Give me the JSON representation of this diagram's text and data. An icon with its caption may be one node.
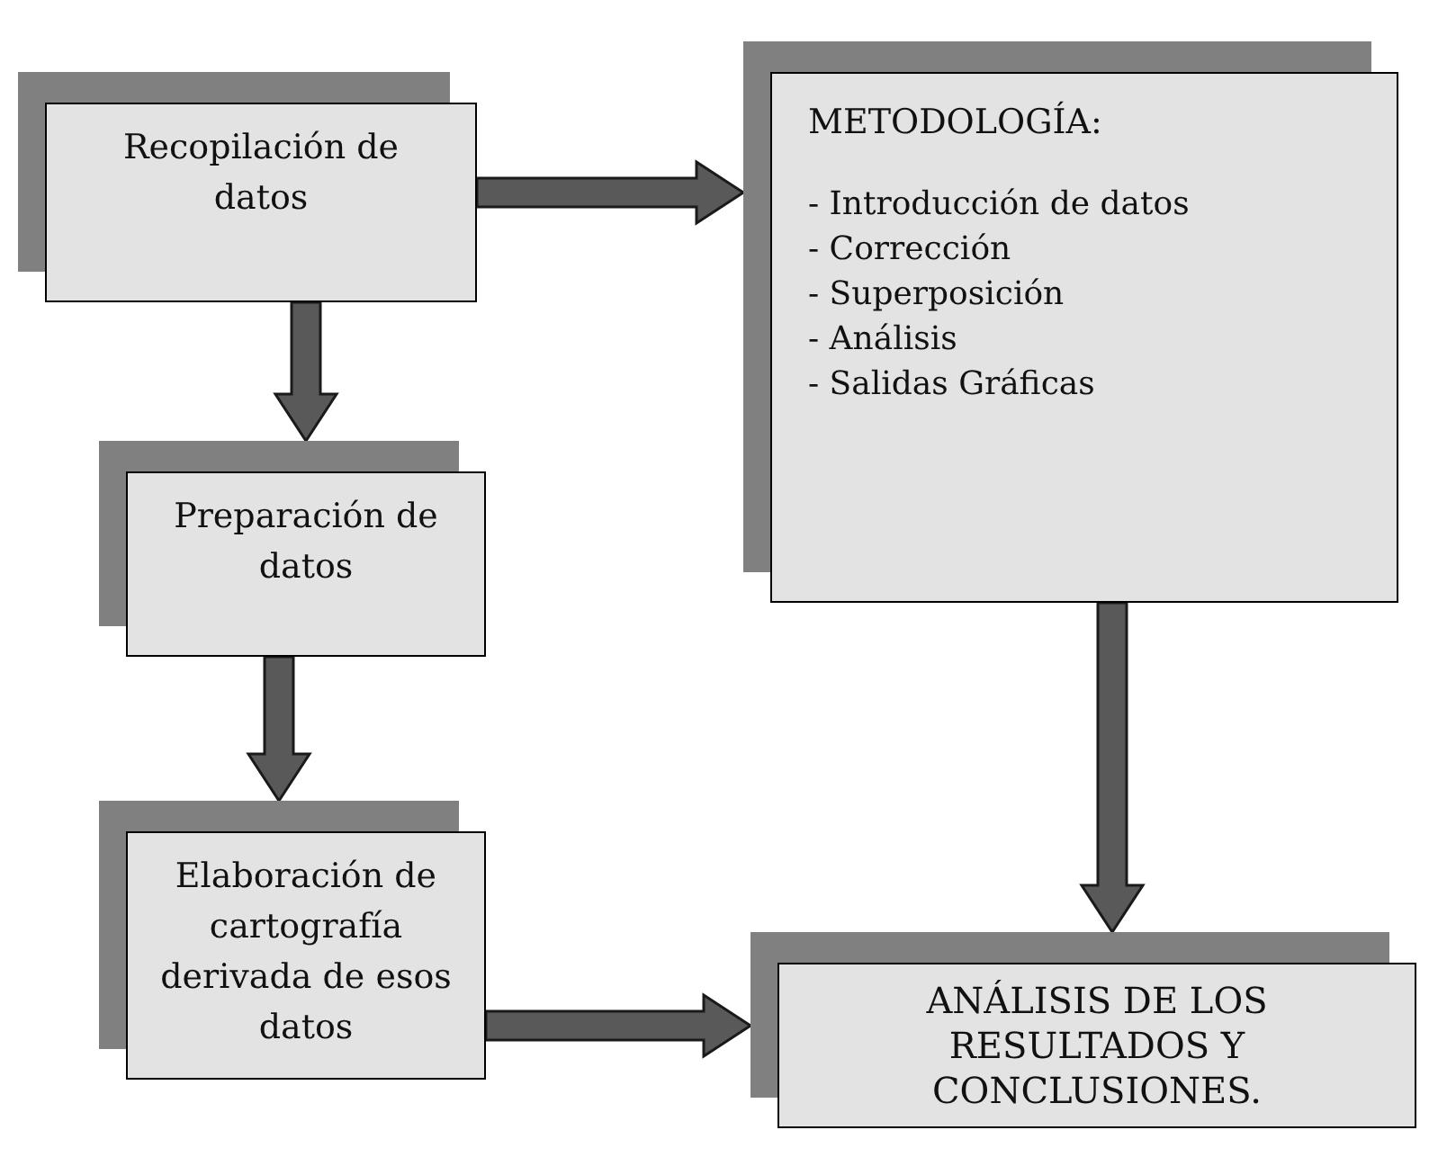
{
  "diagram": {
    "nodes": [
      {
        "text": [
          "Recopilación de datos"
        ]
      },
      {
        "text": [
          "Preparación de datos"
        ]
      },
      {
        "text": [
          "Elaboración de cartografía derivada de esos datos"
        ]
      },
      {
        "text": [
          "METODOLOGÍA:",
          "- Introducción de datos",
          "- Corrección",
          "- Superposición",
          "- Análisis",
          "- Salidas Gráficas"
        ]
      },
      {
        "text": [
          "ANÁLISIS DE LOS RESULTADOS Y CONCLUSIONES."
        ]
      }
    ],
    "edges": [
      {
        "from": 0,
        "to": 3,
        "arrow": "to"
      },
      {
        "from": 0,
        "to": 1,
        "arrow": "to"
      },
      {
        "from": 1,
        "to": 2,
        "arrow": "to"
      },
      {
        "from": 2,
        "to": 4,
        "arrow": "to"
      },
      {
        "from": 3,
        "to": 4,
        "arrow": "to"
      }
    ]
  }
}
